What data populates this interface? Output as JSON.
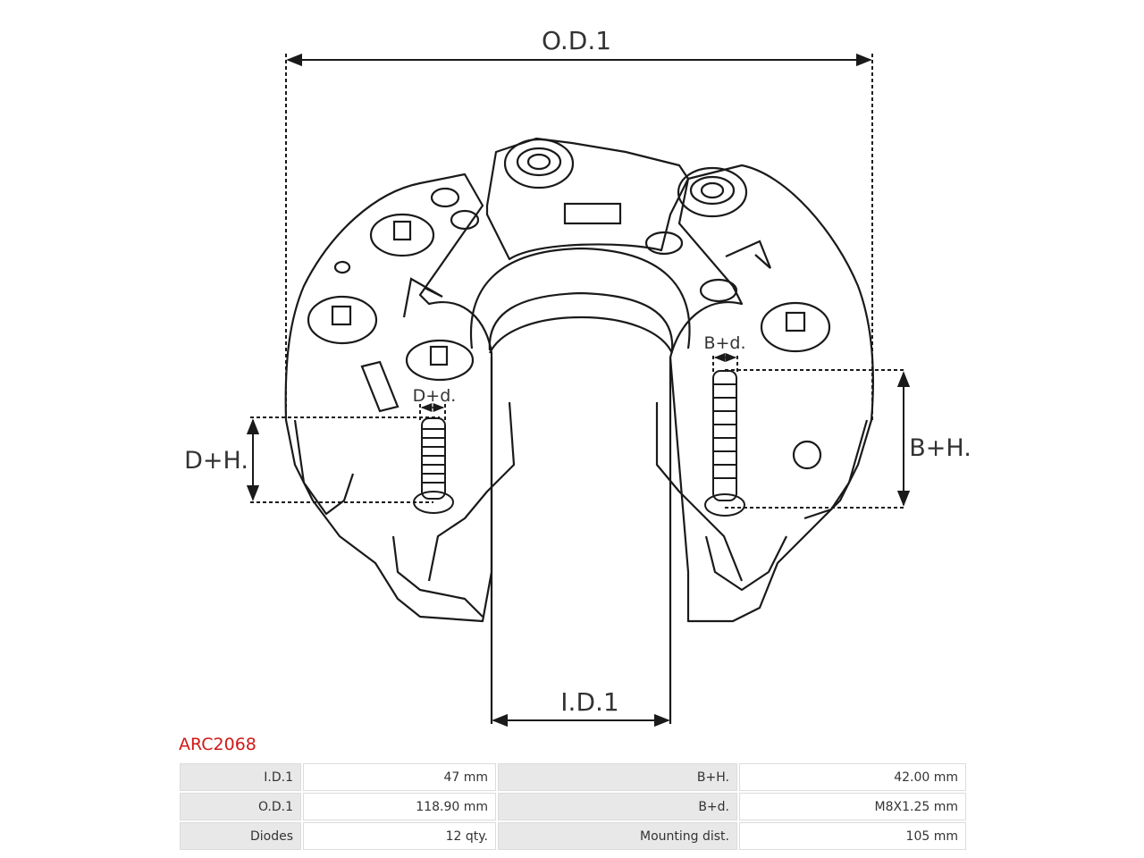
{
  "diagram": {
    "labels": {
      "od": "O.D.1",
      "id": "I.D.1",
      "dh": "D+H.",
      "dd": "D+d.",
      "bh": "B+H.",
      "bd": "B+d."
    },
    "line_color": "#1a1a1a"
  },
  "part_code": "ARC2068",
  "part_code_color": "#d01818",
  "specs": [
    {
      "label1": "I.D.1",
      "value1": "47 mm",
      "label2": "B+H.",
      "value2": "42.00 mm"
    },
    {
      "label1": "O.D.1",
      "value1": "118.90 mm",
      "label2": "B+d.",
      "value2": "M8X1.25 mm"
    },
    {
      "label1": "Diodes",
      "value1": "12 qty.",
      "label2": "Mounting dist.",
      "value2": "105 mm"
    }
  ]
}
